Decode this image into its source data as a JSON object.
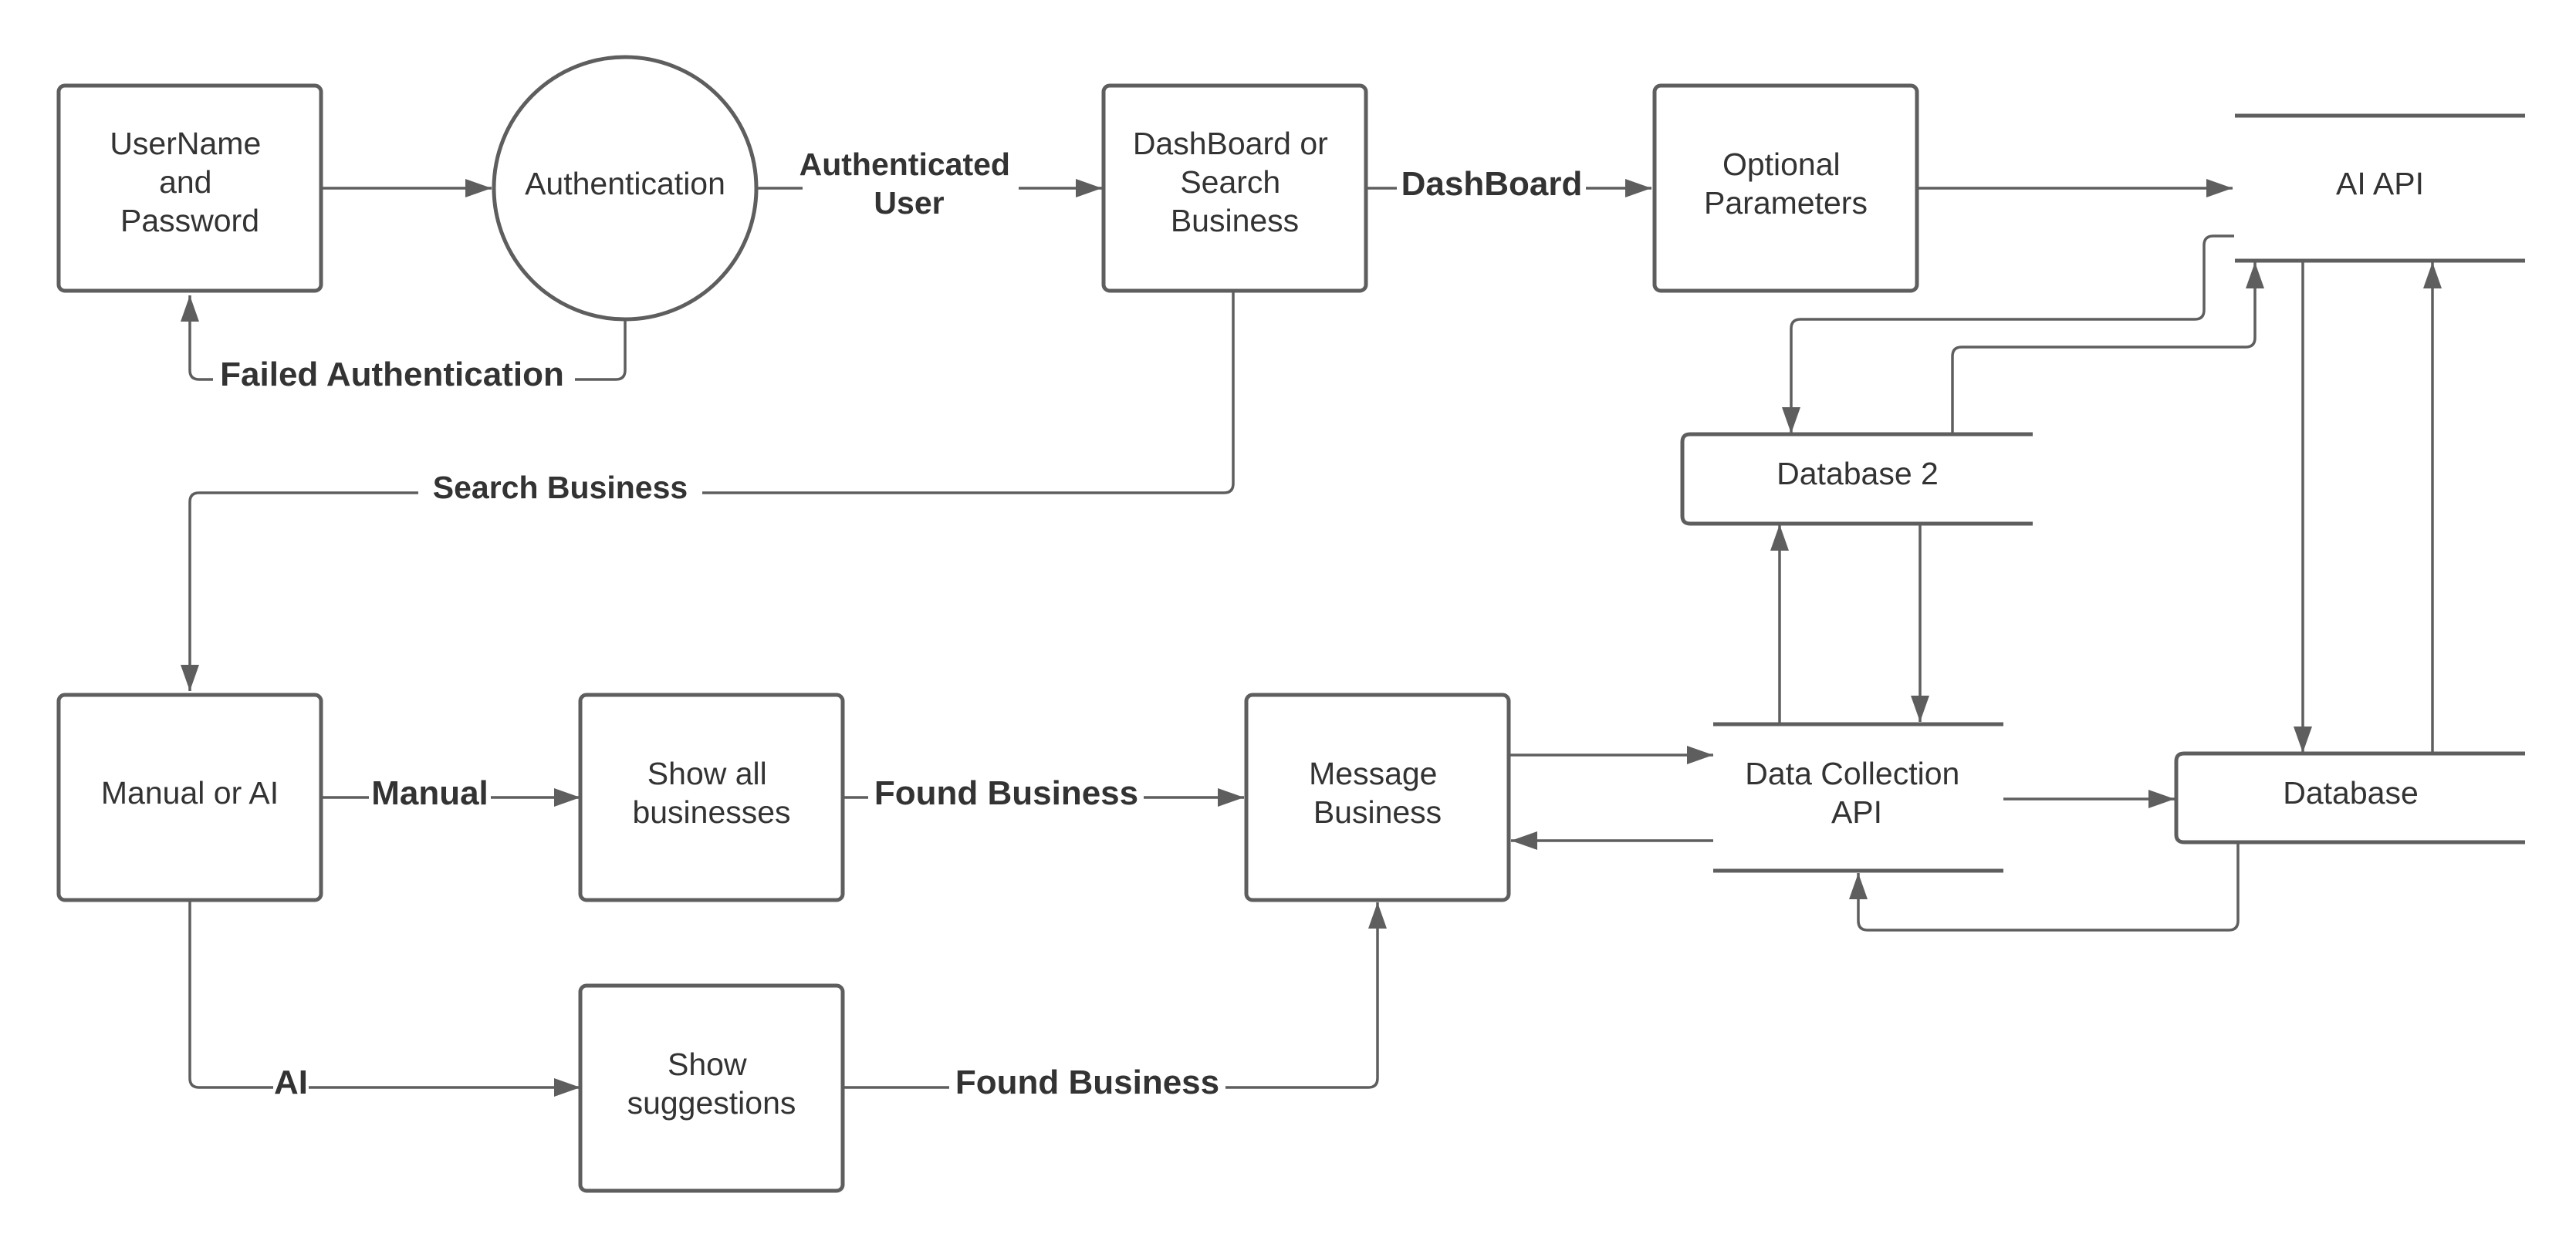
{
  "colors": {
    "stroke": "#5e5e5e",
    "text": "#333333",
    "background": "#ffffff"
  },
  "nodes": {
    "username": {
      "lines": [
        "UserName",
        "and",
        "Password"
      ]
    },
    "authentication": {
      "lines": [
        "Authentication"
      ]
    },
    "dashboard_search": {
      "lines": [
        "DashBoard or",
        "Search",
        "Business"
      ]
    },
    "optional_params": {
      "lines": [
        "Optional",
        "Parameters"
      ]
    },
    "ai_api": {
      "lines": [
        "AI API"
      ]
    },
    "database2": {
      "lines": [
        "Database 2"
      ]
    },
    "manual_or_ai": {
      "lines": [
        "Manual or AI"
      ]
    },
    "show_all": {
      "lines": [
        "Show all",
        "businesses"
      ]
    },
    "message_business": {
      "lines": [
        "Message",
        "Business"
      ]
    },
    "data_collection_api": {
      "lines": [
        "Data Collection",
        "API"
      ]
    },
    "database": {
      "lines": [
        "Database"
      ]
    },
    "show_suggestions": {
      "lines": [
        "Show",
        "suggestions"
      ]
    }
  },
  "edges": {
    "authenticated_user": {
      "lines": [
        "Authenticated",
        "User"
      ]
    },
    "failed_authentication": {
      "lines": [
        "Failed Authentication"
      ]
    },
    "dashboard": {
      "lines": [
        "DashBoard"
      ]
    },
    "search_business": {
      "lines": [
        "Search Business"
      ]
    },
    "manual": {
      "lines": [
        "Manual"
      ]
    },
    "found_business_1": {
      "lines": [
        "Found Business"
      ]
    },
    "ai": {
      "lines": [
        "AI"
      ]
    },
    "found_business_2": {
      "lines": [
        "Found Business"
      ]
    }
  }
}
